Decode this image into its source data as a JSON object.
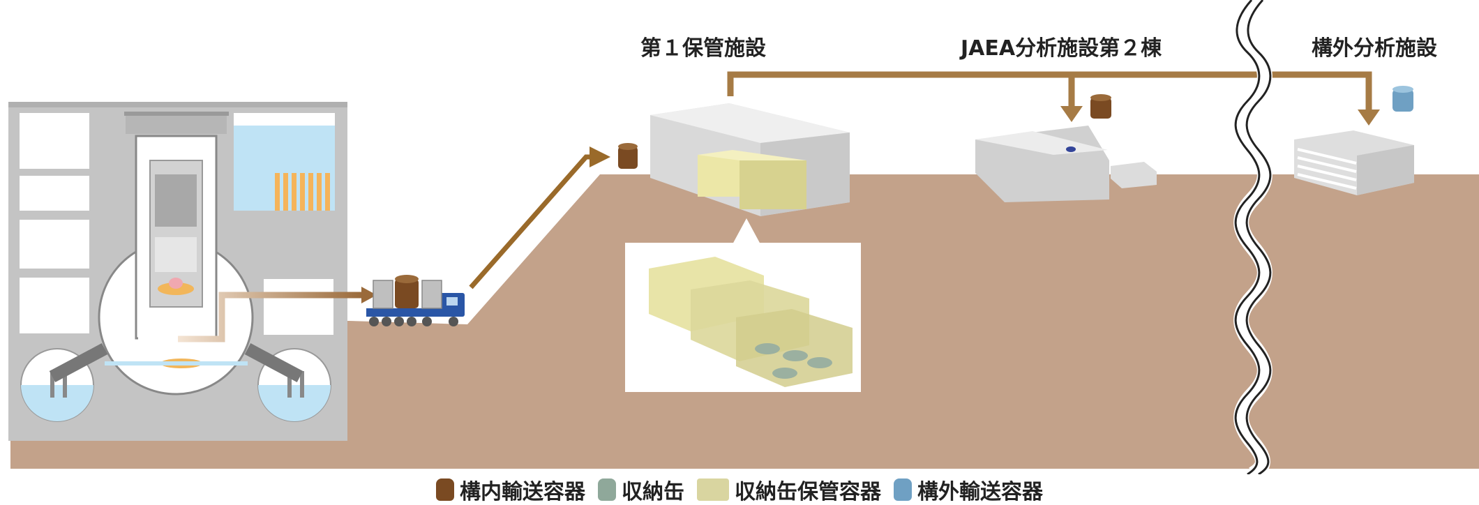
{
  "labels": {
    "storage1": "第１保管施設",
    "jaea": "JAEA分析施設第２棟",
    "offsite": "構外分析施設"
  },
  "legend": [
    {
      "name": "legend-onsite-container",
      "label": "構内輸送容器",
      "color": "#7a4a22"
    },
    {
      "name": "legend-can",
      "label": "収納缶",
      "color": "#8fa89a"
    },
    {
      "name": "legend-can-storage",
      "label": "収納缶保管容器",
      "color": "#d9d5a0"
    },
    {
      "name": "legend-offsite-container",
      "label": "構外輸送容器",
      "color": "#6fa0c3"
    }
  ],
  "colors": {
    "ground": "#c3a28a",
    "arrow": "#a67b45",
    "building": "#c8c8c8",
    "water": "#bfe3f5"
  }
}
